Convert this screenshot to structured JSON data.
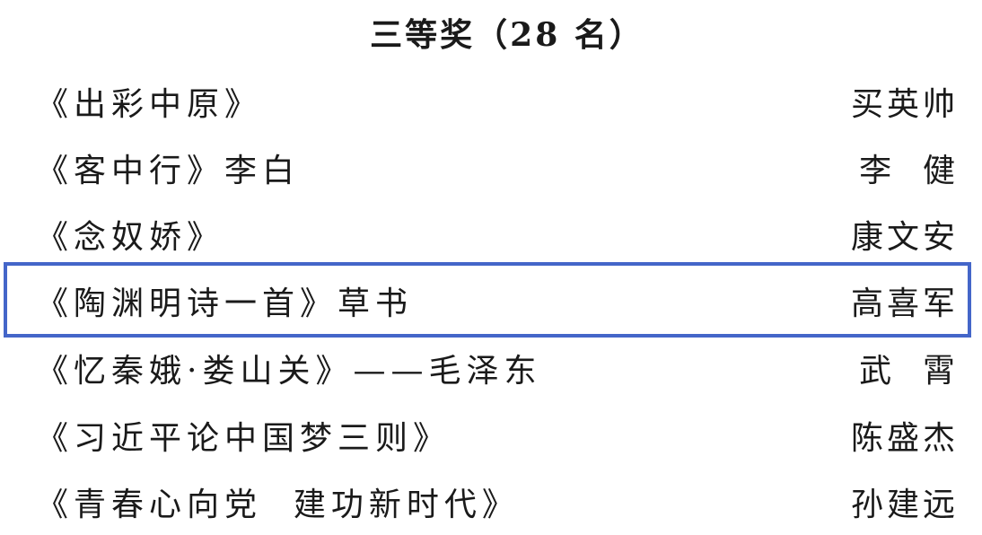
{
  "section": {
    "heading": "三等奖（28 名）"
  },
  "entries": [
    {
      "title": "《出彩中原》",
      "author": "买英帅"
    },
    {
      "title": "《客中行》李白",
      "author": "李  健"
    },
    {
      "title": "《念奴娇》",
      "author": "康文安"
    },
    {
      "title": "《陶渊明诗一首》草书",
      "author": "高喜军"
    },
    {
      "title": "《忆秦娥·娄山关》——毛泽东",
      "author": "武  霄"
    },
    {
      "title": "《习近平论中国梦三则》",
      "author": "陈盛杰"
    },
    {
      "title": "《青春心向党  建功新时代》",
      "author": "孙建远"
    }
  ],
  "highlight": {
    "entry_index": 3,
    "color": "#4466c9"
  }
}
